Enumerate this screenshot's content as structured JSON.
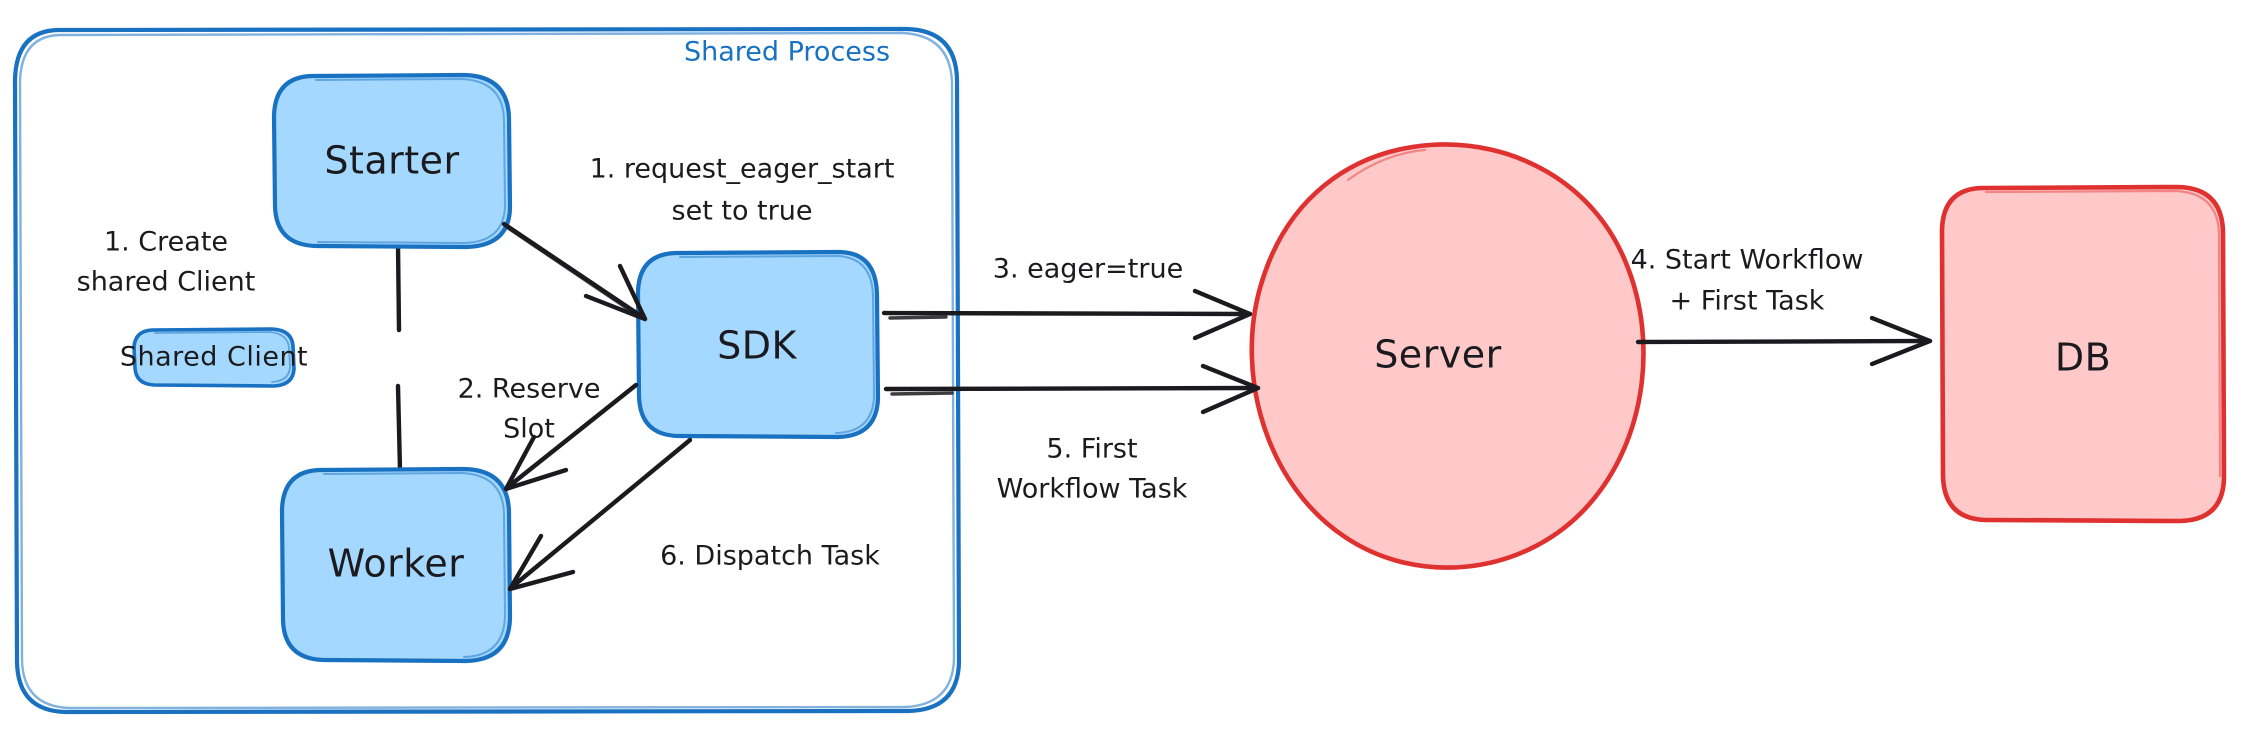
{
  "diagram": {
    "type": "flow-diagram",
    "style": "hand-drawn",
    "colors": {
      "blue_stroke": "#1971c2",
      "blue_fill": "#a5d8ff",
      "red_stroke": "#e03131",
      "red_fill": "#ffc9c9",
      "ink": "#1b1b1f",
      "background": "#ffffff"
    },
    "group": {
      "title": "Shared Process"
    },
    "nodes": {
      "starter": {
        "label": "Starter",
        "shape": "rounded-rect",
        "color": "blue"
      },
      "shared_client": {
        "label": "Shared Client",
        "shape": "rounded-rect",
        "color": "blue"
      },
      "worker": {
        "label": "Worker",
        "shape": "rounded-rect",
        "color": "blue"
      },
      "sdk": {
        "label": "SDK",
        "shape": "rounded-rect",
        "color": "blue"
      },
      "server": {
        "label": "Server",
        "shape": "ellipse",
        "color": "red"
      },
      "db": {
        "label": "DB",
        "shape": "rounded-rect",
        "color": "red"
      }
    },
    "edges": {
      "create_shared_client": {
        "label_line1": "1. Create",
        "label_line2": "shared Client"
      },
      "request_eager_start": {
        "label_line1": "1. request_eager_start",
        "label_line2": "set to true"
      },
      "reserve_slot": {
        "label_line1": "2. Reserve",
        "label_line2": "Slot"
      },
      "eager_true": {
        "label_line1": "3. eager=true"
      },
      "start_workflow": {
        "label_line1": "4. Start Workflow",
        "label_line2": "+ First Task"
      },
      "first_workflow_task": {
        "label_line1": "5. First",
        "label_line2": "Workflow Task"
      },
      "dispatch_task": {
        "label_line1": "6. Dispatch Task"
      }
    }
  }
}
